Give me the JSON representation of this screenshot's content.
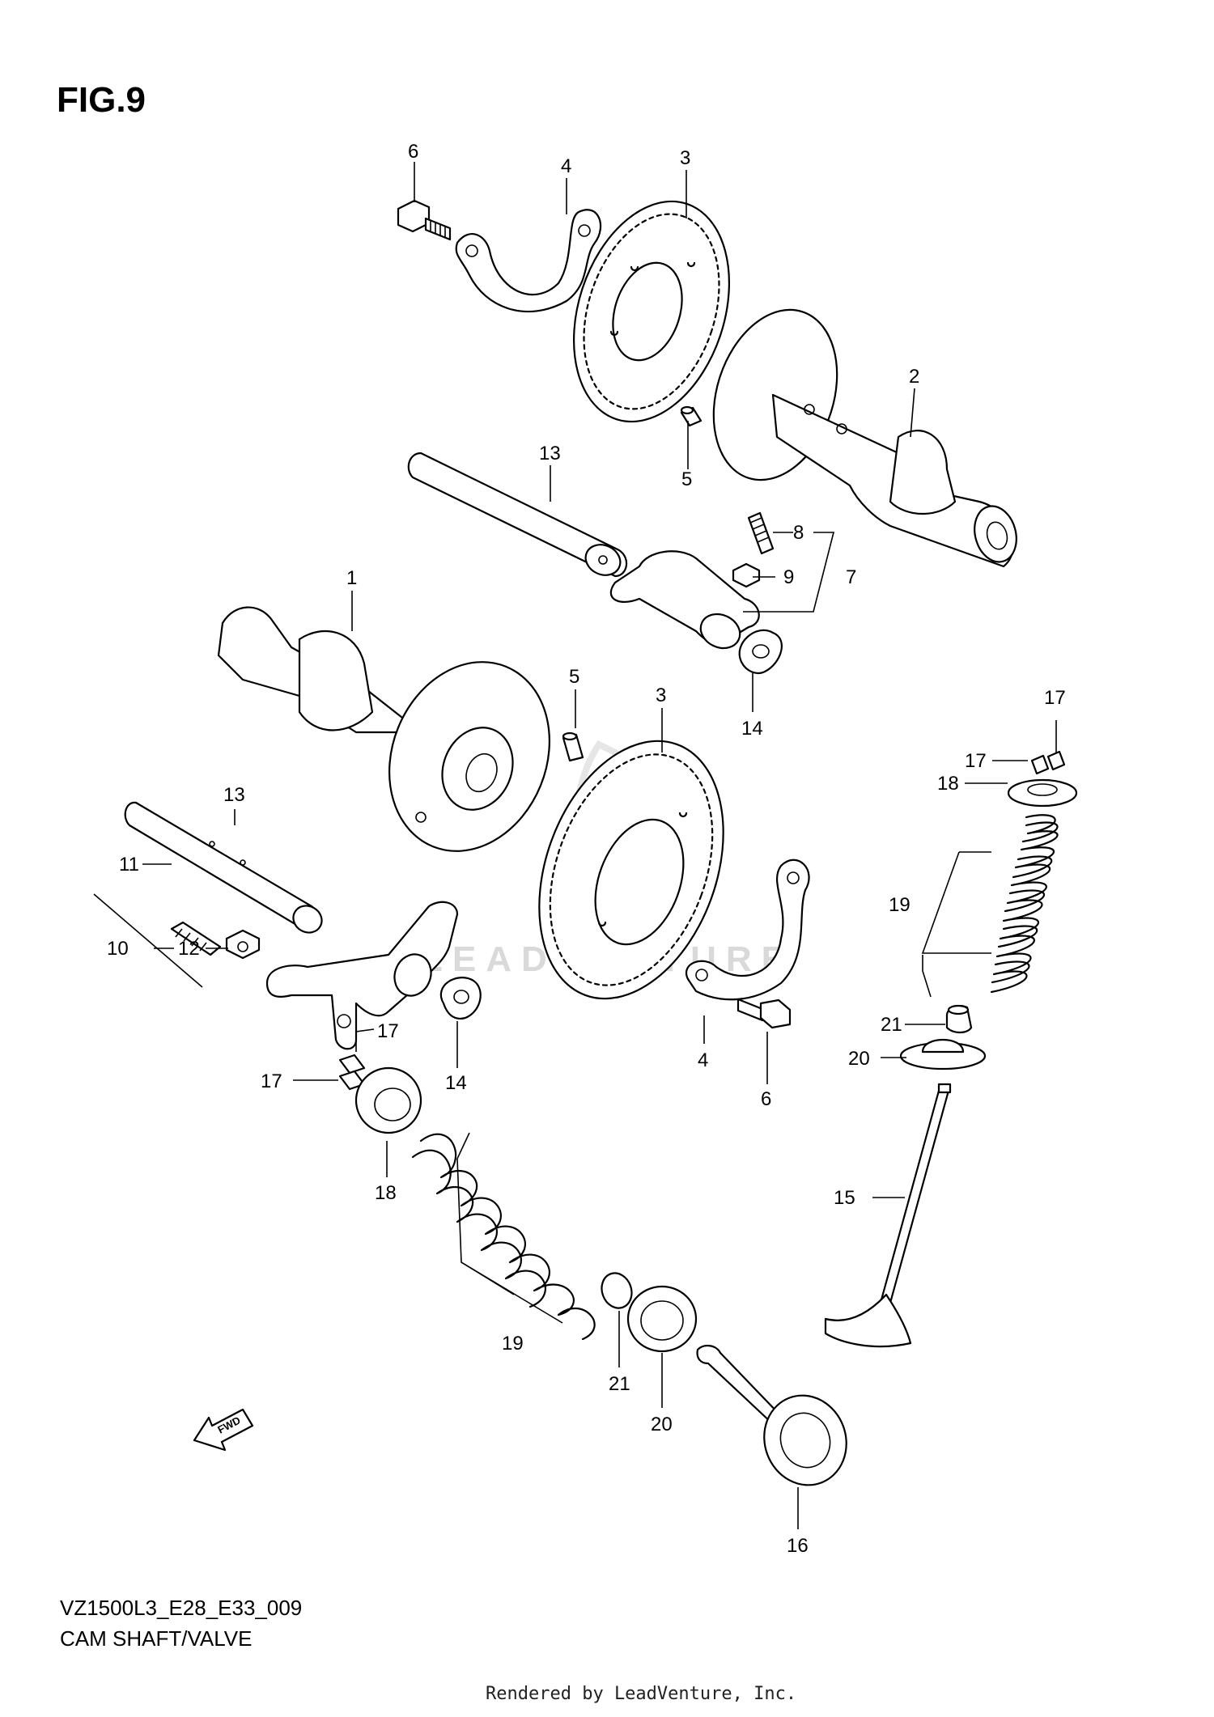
{
  "figure": {
    "title": "FIG.9",
    "model_code": "VZ1500L3_E28_E33_009",
    "caption": "CAM SHAFT/VALVE",
    "rendered_by": "Rendered by LeadVenture, Inc.",
    "watermark": "LEADVENTURE",
    "fwd_label": "FWD"
  },
  "callouts": [
    {
      "id": "c6a",
      "label": "6"
    },
    {
      "id": "c4a",
      "label": "4"
    },
    {
      "id": "c3a",
      "label": "3"
    },
    {
      "id": "c2",
      "label": "2"
    },
    {
      "id": "c13a",
      "label": "13"
    },
    {
      "id": "c5a",
      "label": "5"
    },
    {
      "id": "c8",
      "label": "8"
    },
    {
      "id": "c9",
      "label": "9"
    },
    {
      "id": "c7",
      "label": "7"
    },
    {
      "id": "c1",
      "label": "1"
    },
    {
      "id": "c14a",
      "label": "14"
    },
    {
      "id": "c5b",
      "label": "5"
    },
    {
      "id": "c3b",
      "label": "3"
    },
    {
      "id": "c17a",
      "label": "17"
    },
    {
      "id": "c17b",
      "label": "17"
    },
    {
      "id": "c18a",
      "label": "18"
    },
    {
      "id": "c13b",
      "label": "13"
    },
    {
      "id": "c11",
      "label": "11"
    },
    {
      "id": "c19a",
      "label": "19"
    },
    {
      "id": "c10",
      "label": "10"
    },
    {
      "id": "c12",
      "label": "12"
    },
    {
      "id": "c21a",
      "label": "21"
    },
    {
      "id": "c4b",
      "label": "4"
    },
    {
      "id": "c14b",
      "label": "14"
    },
    {
      "id": "c6b",
      "label": "6"
    },
    {
      "id": "c17c",
      "label": "17"
    },
    {
      "id": "c20a",
      "label": "20"
    },
    {
      "id": "c17d",
      "label": "17"
    },
    {
      "id": "c18b",
      "label": "18"
    },
    {
      "id": "c15",
      "label": "15"
    },
    {
      "id": "c19b",
      "label": "19"
    },
    {
      "id": "c21b",
      "label": "21"
    },
    {
      "id": "c20b",
      "label": "20"
    },
    {
      "id": "c16",
      "label": "16"
    }
  ]
}
